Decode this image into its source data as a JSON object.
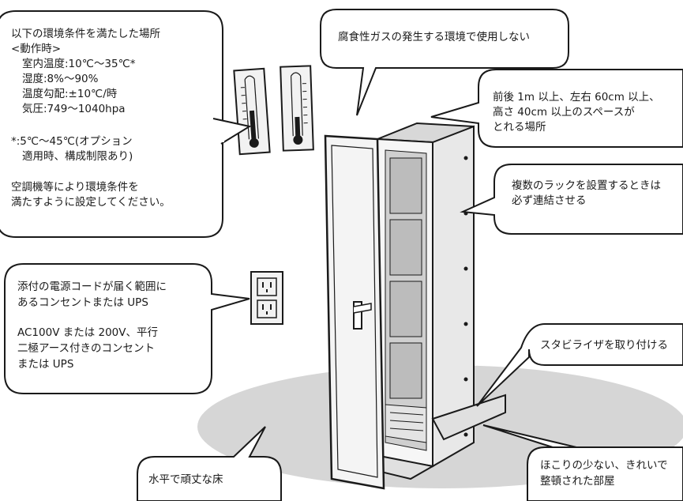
{
  "callouts": {
    "environment": {
      "lines": [
        "以下の環境条件を満たした場所",
        "<動作時>",
        "室内温度:10℃～35℃*",
        "湿度:8%～90%",
        "温度勾配:±10℃/時",
        "気圧:749～1040hpa",
        "*:5℃～45℃(オプション",
        "適用時、構成制限あり)",
        "空調機等により環境条件を",
        "満たすように設定してください。"
      ]
    },
    "corrosive_gas": "腐食性ガスの発生する環境で使用しない",
    "clearance": [
      "前後 1m 以上、左右 60cm 以上、",
      "高さ 40cm 以上のスペースが",
      "とれる場所"
    ],
    "multi_rack": [
      "複数のラックを設置するときは",
      "必ず連結させる"
    ],
    "power": [
      "添付の電源コードが届く範囲に",
      "あるコンセントまたは UPS",
      "AC100V または 200V、平行",
      "二極アース付きのコンセント",
      "または UPS"
    ],
    "stabilizer": "スタビライザを取り付ける",
    "floor": "水平で頑丈な床",
    "clean_room": [
      "ほこりの少ない、きれいで",
      "整頓された部屋"
    ]
  },
  "illustration": {
    "thermometer_count": 2,
    "outlet_count": 2,
    "rack_door": "open",
    "shelf_count": 4
  }
}
